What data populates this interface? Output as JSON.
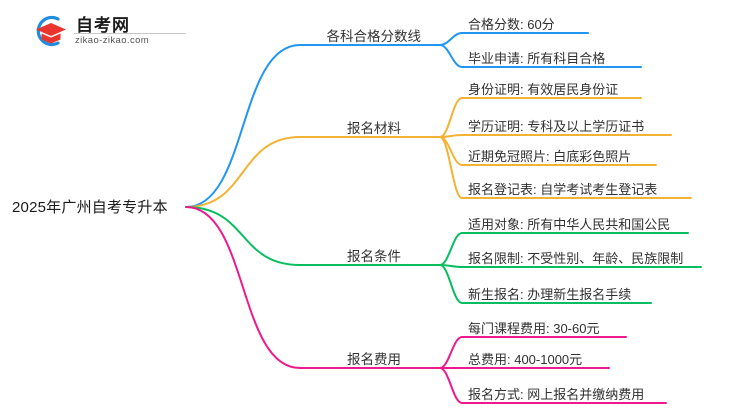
{
  "logo": {
    "title": "自考网",
    "domain": "zikao-zikao.com",
    "mark_icon": "graduation-cap-icon",
    "arc_color": "#1f8ce0",
    "cap_color": "#e8352e"
  },
  "mindmap": {
    "root": {
      "label": "2025年广州自考专升本"
    },
    "branches": [
      {
        "label": "各科合格分数线",
        "color": "#2196f3",
        "children": [
          {
            "label": "合格分数: 60分"
          },
          {
            "label": "毕业申请: 所有科目合格"
          }
        ]
      },
      {
        "label": "报名材料",
        "color": "#f2b233",
        "children": [
          {
            "label": "身份证明: 有效居民身份证"
          },
          {
            "label": "学历证明: 专科及以上学历证书"
          },
          {
            "label": "近期免冠照片: 白底彩色照片"
          },
          {
            "label": "报名登记表: 自学考试考生登记表"
          }
        ]
      },
      {
        "label": "报名条件",
        "color": "#06be5e",
        "children": [
          {
            "label": "适用对象: 所有中华人民共和国公民"
          },
          {
            "label": "报名限制: 不受性别、年龄、民族限制"
          },
          {
            "label": "新生报名: 办理新生报名手续"
          }
        ]
      },
      {
        "label": "报名费用",
        "color": "#ee1a8d",
        "children": [
          {
            "label": "每门课程费用: 30-60元"
          },
          {
            "label": "总费用: 400-1000元"
          },
          {
            "label": "报名方式: 网上报名并缴纳费用"
          }
        ]
      }
    ]
  }
}
